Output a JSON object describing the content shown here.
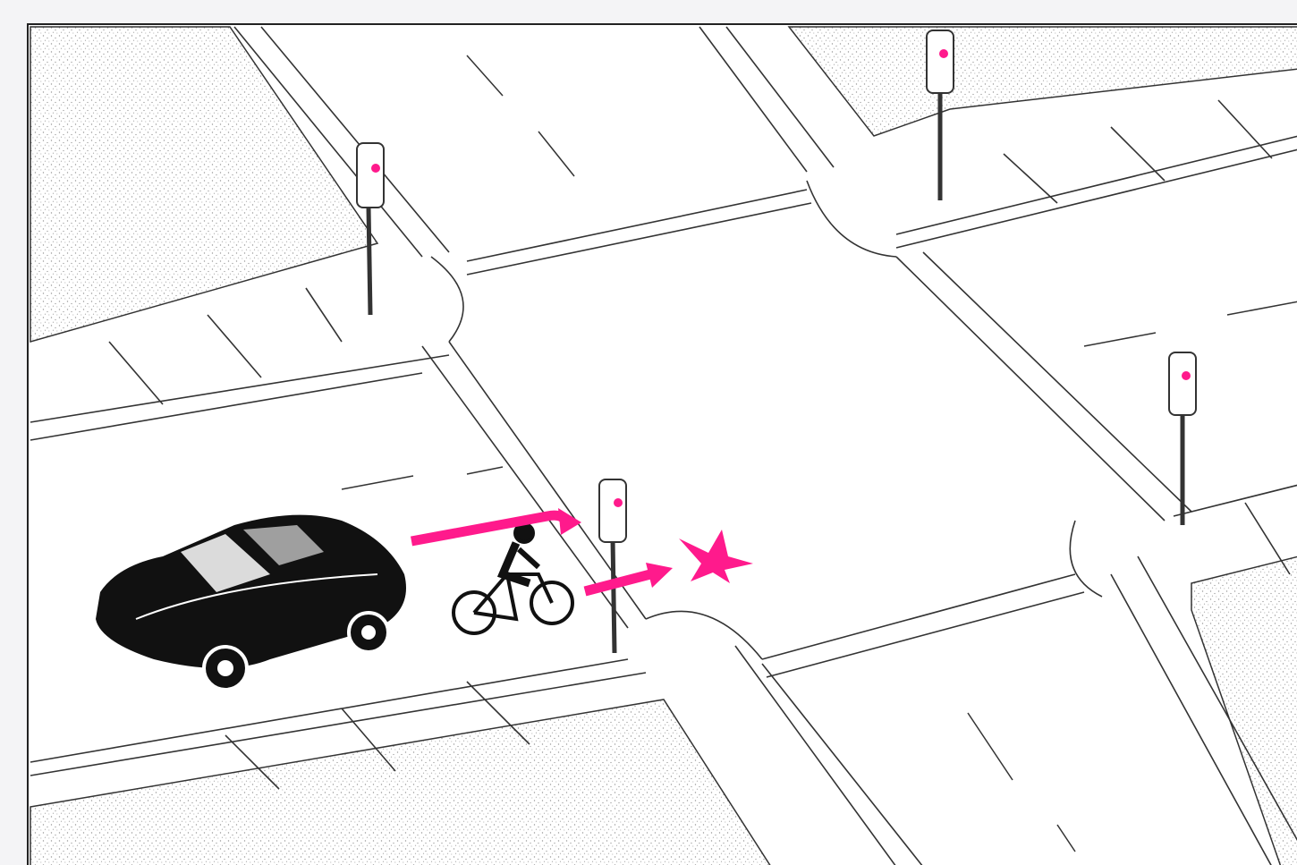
{
  "scene": {
    "colors": {
      "background": "#f4f4f6",
      "paper": "#ffffff",
      "ink": "#222222",
      "stipple": "#9a9a9a",
      "accent": "#ff1a8c",
      "signal_light": "#ff1a8c",
      "car_body": "#111111"
    },
    "signals": [
      {
        "name": "traffic-signal-northwest",
        "light": "red"
      },
      {
        "name": "traffic-signal-northeast",
        "light": "red"
      },
      {
        "name": "traffic-signal-east",
        "light": "red"
      },
      {
        "name": "traffic-signal-near-corner",
        "light": "red"
      }
    ],
    "vehicles": [
      "car-icon",
      "cyclist-icon"
    ],
    "movements": [
      "car-left-turn-arrow",
      "cyclist-straight-arrow",
      "conflict-burst-icon"
    ]
  }
}
